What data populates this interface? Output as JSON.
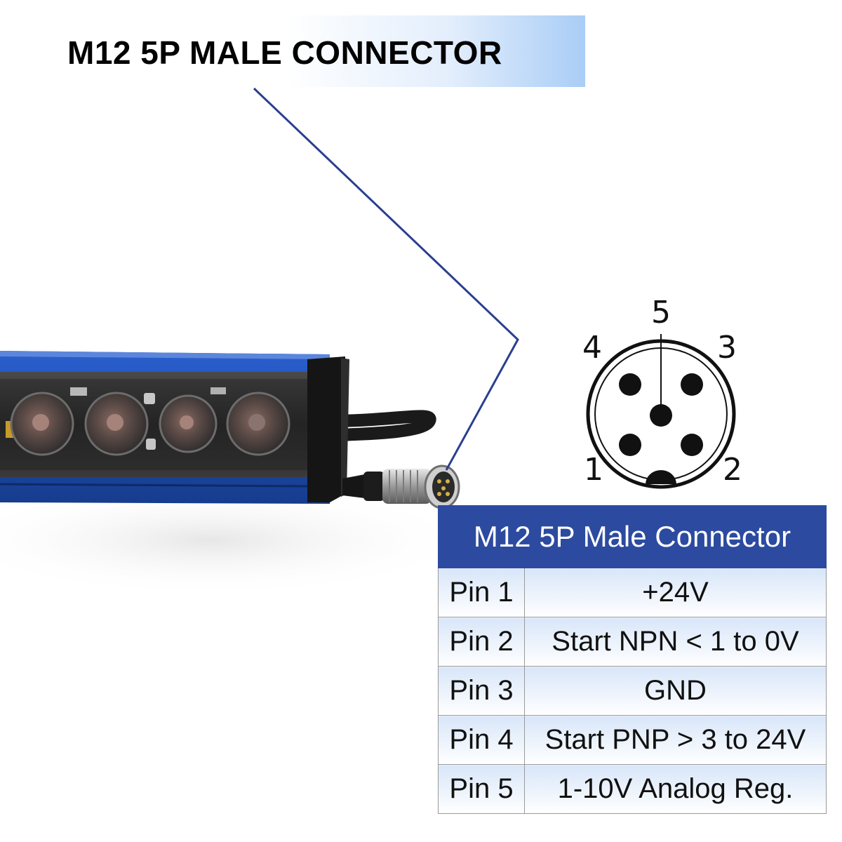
{
  "title": "M12 5P MALE CONNECTOR",
  "pinout_labels": [
    "1",
    "2",
    "3",
    "4",
    "5"
  ],
  "table": {
    "header": "M12 5P Male Connector",
    "rows": [
      {
        "pin": "Pin 1",
        "signal": "+24V"
      },
      {
        "pin": "Pin 2",
        "signal": "Start NPN < 1 to 0V"
      },
      {
        "pin": "Pin 3",
        "signal": "GND"
      },
      {
        "pin": "Pin 4",
        "signal": "Start PNP > 3 to 24V"
      },
      {
        "pin": "Pin 5",
        "signal": "1-10V Analog Reg."
      }
    ]
  },
  "colors": {
    "header_bg": "#2c4aa0",
    "leader_line": "#2a3f8f",
    "housing_blue": "#1f4fb0"
  }
}
